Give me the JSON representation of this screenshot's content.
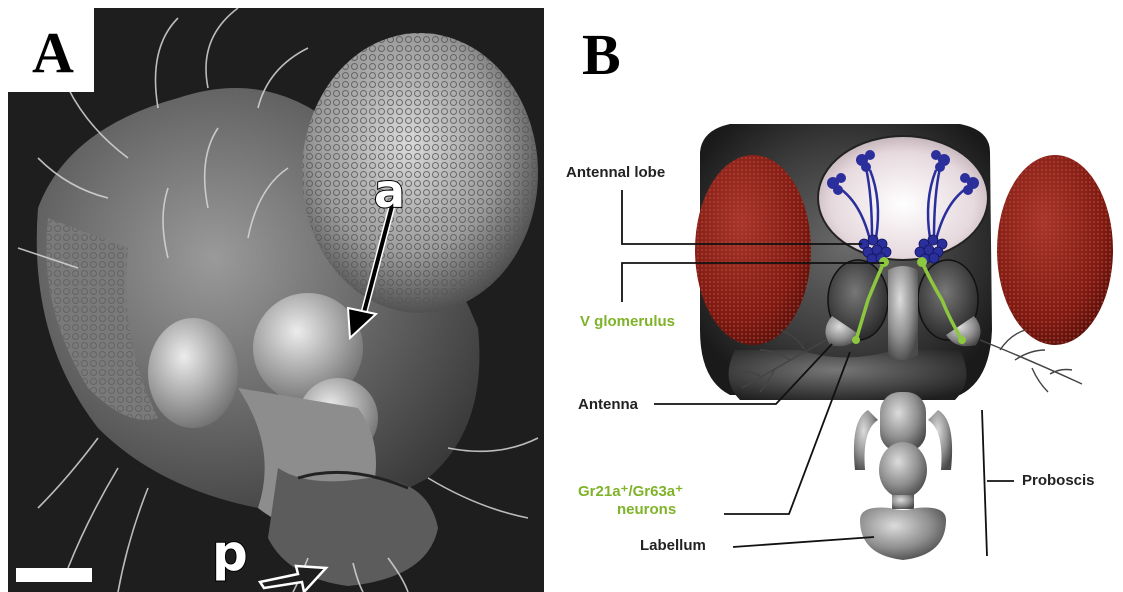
{
  "panels": {
    "a": {
      "letter": "A",
      "arrow_labels": {
        "antenna": "a",
        "proboscis": "p"
      }
    },
    "b": {
      "letter": "B"
    }
  },
  "labels": {
    "antennal_lobe": "Antennal lobe",
    "v_glomerulus": "V glomerulus",
    "antenna": "Antenna",
    "gr_neurons_line1": "Gr21a⁺/Gr63a⁺",
    "gr_neurons_line2": "neurons",
    "labellum": "Labellum",
    "proboscis": "Proboscis"
  },
  "colors": {
    "eye": "#8b1e14",
    "neuron_blue": "#2b2f9c",
    "neuron_green": "#8dc63f",
    "label_green": "#7fb32a",
    "head": "#3a3a3a"
  }
}
